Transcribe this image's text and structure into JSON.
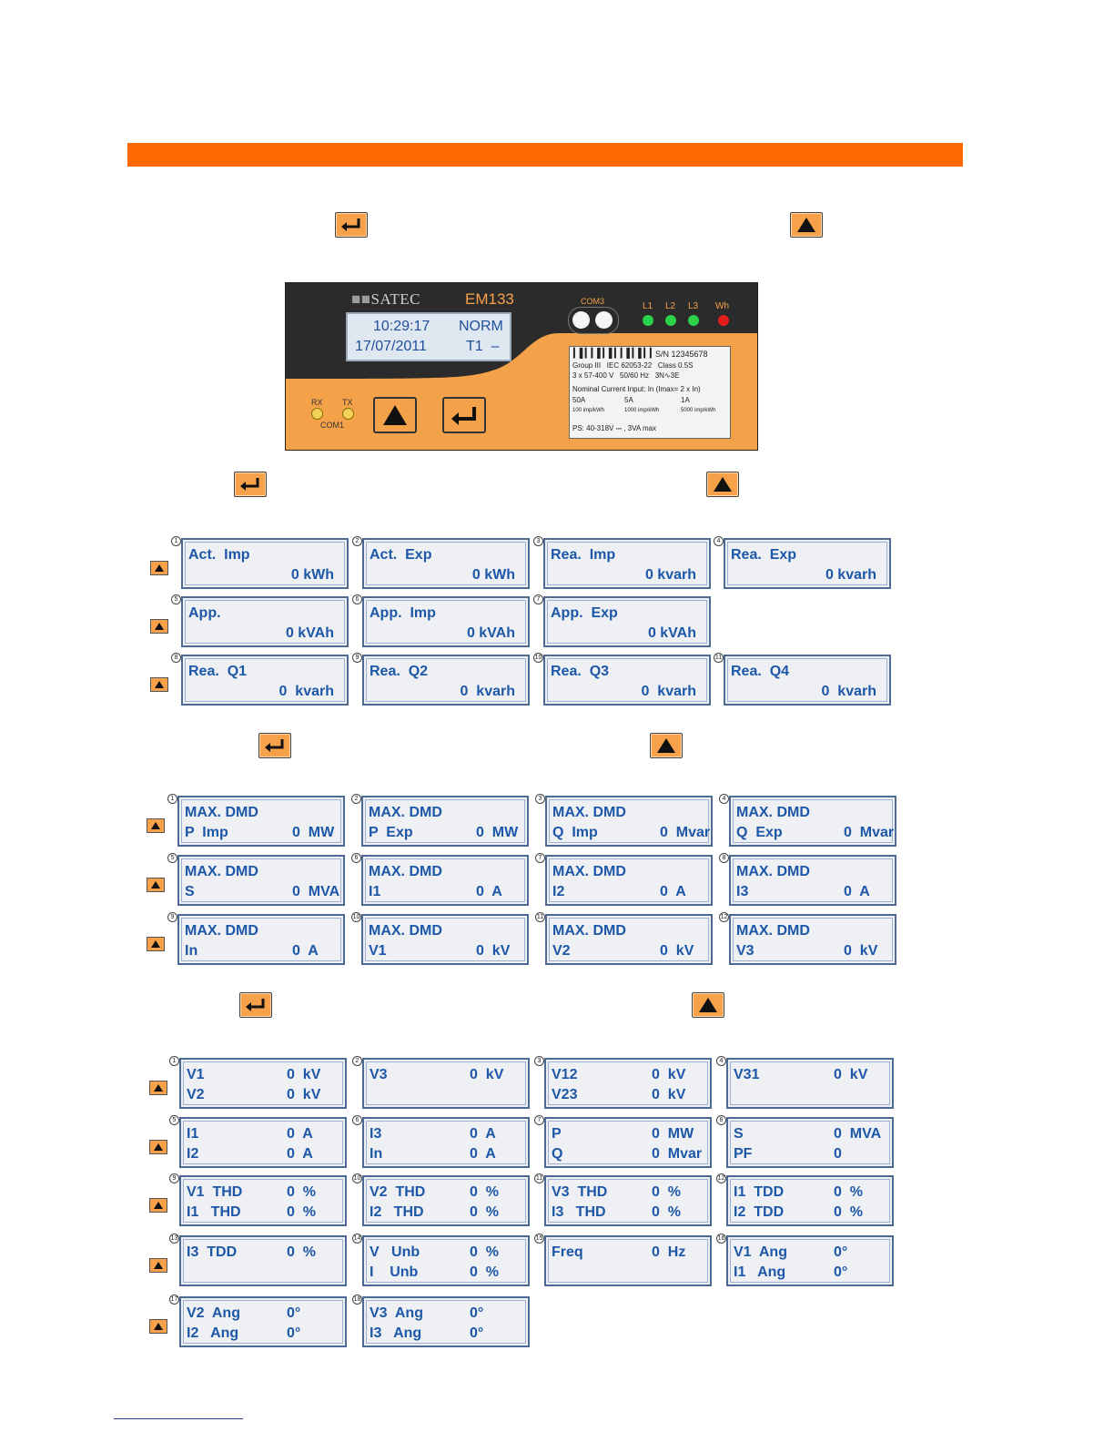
{
  "colors": {
    "accent_bar": "#ff6a00",
    "key_fill": "#f7a24a",
    "lcd_text": "#1d57a8"
  },
  "icons": {
    "enter": "enter-return-icon",
    "up": "up-arrow-icon"
  },
  "device": {
    "brand": "SATEC",
    "model": "EM133",
    "lcd_time": "10:29:17",
    "lcd_mode": "NORM",
    "lcd_date": "17/07/2011",
    "lcd_tariff": "T1  –",
    "com3": "COM3",
    "leds": [
      "L1",
      "L2",
      "L3",
      "Wh"
    ],
    "rx": "RX",
    "tx": "TX",
    "com1": "COM1",
    "label": {
      "serial": "S/N 12345678",
      "group": "Group III   IEC 62053-22   Class 0.5S",
      "rating": "3 x 57-400 V   50/60 Hz   3N∿3E",
      "nominal": "Nominal Current Input: In (Imax= 2 x In)",
      "opt1": "50A",
      "opt1_imp": "100 imp/kWh",
      "opt2": "5A",
      "opt2_imp": "1000 imp/kWh",
      "opt3": "1A",
      "opt3_imp": "5000 imp/kWh",
      "ps": "PS: 40-318V ⎓ , 3VA max"
    }
  },
  "energy": [
    {
      "n": "1",
      "l1": "Act.  Imp",
      "l2": "0 kWh"
    },
    {
      "n": "2",
      "l1": "Act.  Exp",
      "l2": "0 kWh"
    },
    {
      "n": "3",
      "l1": "Rea.  Imp",
      "l2": "0 kvarh"
    },
    {
      "n": "4",
      "l1": "Rea.  Exp",
      "l2": "0 kvarh"
    },
    {
      "n": "5",
      "l1": "App.",
      "l2": "0 kVAh"
    },
    {
      "n": "6",
      "l1": "App.  Imp",
      "l2": "0 kVAh"
    },
    {
      "n": "7",
      "l1": "App.  Exp",
      "l2": "0 kVAh"
    },
    {
      "n": "8",
      "l1": "Rea.  Q1",
      "l2": "0  kvarh"
    },
    {
      "n": "9",
      "l1": "Rea.  Q2",
      "l2": "0  kvarh"
    },
    {
      "n": "10",
      "l1": "Rea.  Q3",
      "l2": "0  kvarh"
    },
    {
      "n": "11",
      "l1": "Rea.  Q4",
      "l2": "0  kvarh"
    }
  ],
  "demand": [
    {
      "n": "1",
      "l1": "MAX. DMD",
      "l2a": "P  Imp",
      "l2b": "0  MW"
    },
    {
      "n": "2",
      "l1": "MAX. DMD",
      "l2a": "P  Exp",
      "l2b": "0  MW"
    },
    {
      "n": "3",
      "l1": "MAX. DMD",
      "l2a": "Q  Imp",
      "l2b": "0  Mvar"
    },
    {
      "n": "4",
      "l1": "MAX. DMD",
      "l2a": "Q  Exp",
      "l2b": "0  Mvar"
    },
    {
      "n": "5",
      "l1": "MAX. DMD",
      "l2a": "S",
      "l2b": "0  MVA"
    },
    {
      "n": "6",
      "l1": "MAX. DMD",
      "l2a": "I1",
      "l2b": "0  A"
    },
    {
      "n": "7",
      "l1": "MAX. DMD",
      "l2a": "I2",
      "l2b": "0  A"
    },
    {
      "n": "8",
      "l1": "MAX. DMD",
      "l2a": "I3",
      "l2b": "0  A"
    },
    {
      "n": "9",
      "l1": "MAX. DMD",
      "l2a": "In",
      "l2b": "0  A"
    },
    {
      "n": "10",
      "l1": "MAX. DMD",
      "l2a": "V1",
      "l2b": "0  kV"
    },
    {
      "n": "11",
      "l1": "MAX. DMD",
      "l2a": "V2",
      "l2b": "0  kV"
    },
    {
      "n": "12",
      "l1": "MAX. DMD",
      "l2a": "V3",
      "l2b": "0  kV"
    }
  ],
  "realtime": [
    {
      "n": "1",
      "a1": "V1",
      "b1": "0  kV",
      "a2": "V2",
      "b2": "0  kV"
    },
    {
      "n": "2",
      "a1": "V3",
      "b1": "0  kV",
      "a2": "",
      "b2": ""
    },
    {
      "n": "3",
      "a1": "V12",
      "b1": "0  kV",
      "a2": "V23",
      "b2": "0  kV"
    },
    {
      "n": "4",
      "a1": "V31",
      "b1": "0  kV",
      "a2": "",
      "b2": ""
    },
    {
      "n": "5",
      "a1": "I1",
      "b1": "0  A",
      "a2": "I2",
      "b2": "0  A"
    },
    {
      "n": "6",
      "a1": "I3",
      "b1": "0  A",
      "a2": "In",
      "b2": "0  A"
    },
    {
      "n": "7",
      "a1": "P",
      "b1": "0  MW",
      "a2": "Q",
      "b2": "0  Mvar"
    },
    {
      "n": "8",
      "a1": "S",
      "b1": "0  MVA",
      "a2": "PF",
      "b2": "0"
    },
    {
      "n": "9",
      "a1": "V1  THD",
      "b1": "0  %",
      "a2": "I1   THD",
      "b2": "0  %"
    },
    {
      "n": "10",
      "a1": "V2  THD",
      "b1": "0  %",
      "a2": "I2   THD",
      "b2": "0  %"
    },
    {
      "n": "11",
      "a1": "V3  THD",
      "b1": "0  %",
      "a2": "I3   THD",
      "b2": "0  %"
    },
    {
      "n": "12",
      "a1": "I1  TDD",
      "b1": "0  %",
      "a2": "I2  TDD",
      "b2": "0  %"
    },
    {
      "n": "13",
      "a1": "I3  TDD",
      "b1": "0  %",
      "a2": "",
      "b2": ""
    },
    {
      "n": "14",
      "a1": "V   Unb",
      "b1": "0  %",
      "a2": "I    Unb",
      "b2": "0  %"
    },
    {
      "n": "15",
      "a1": "Freq",
      "b1": "0  Hz",
      "a2": "",
      "b2": ""
    },
    {
      "n": "16",
      "a1": "V1  Ang",
      "b1": "0°",
      "a2": "I1   Ang",
      "b2": "0°"
    },
    {
      "n": "17",
      "a1": "V2  Ang",
      "b1": "0°",
      "a2": "I2   Ang",
      "b2": "0°"
    },
    {
      "n": "18",
      "a1": "V3  Ang",
      "b1": "0°",
      "a2": "I3   Ang",
      "b2": "0°"
    }
  ]
}
